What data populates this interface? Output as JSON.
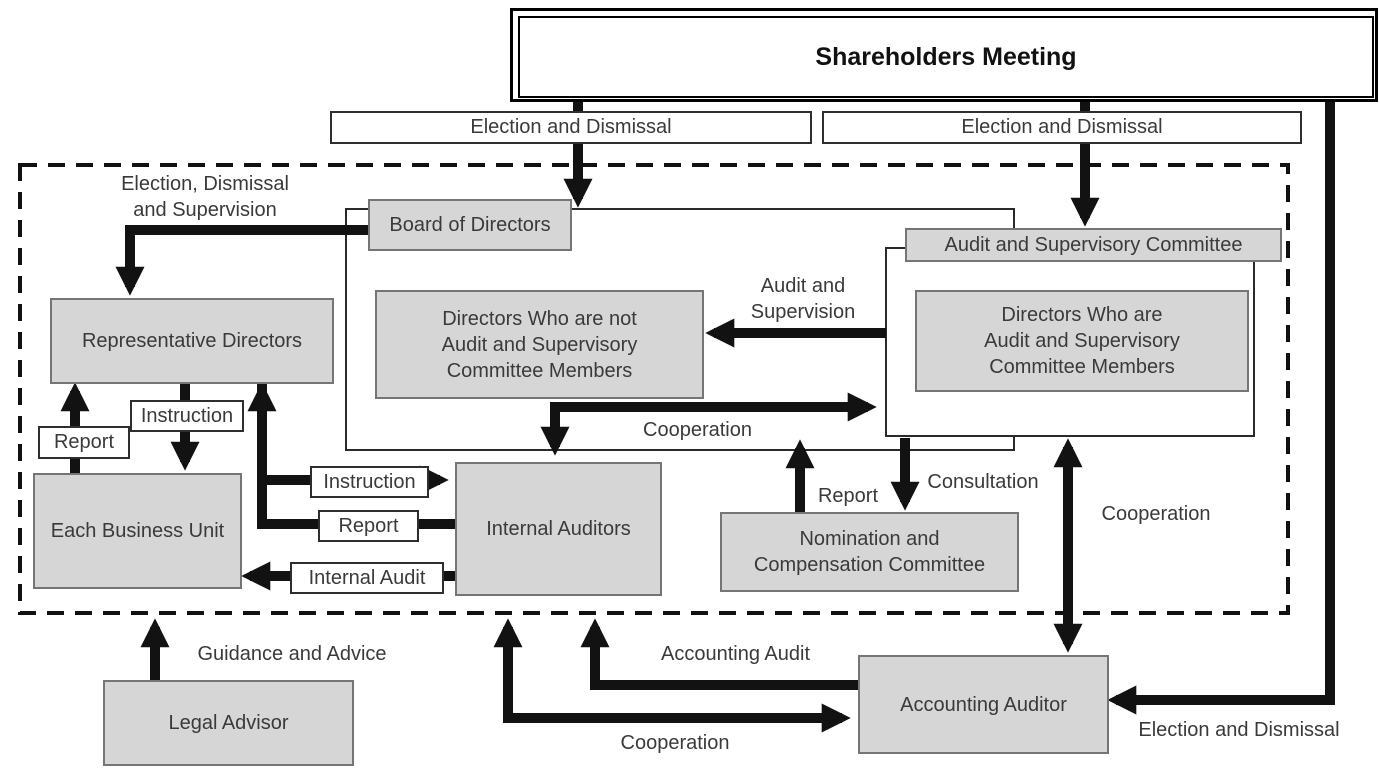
{
  "boxes": {
    "shareholders_meeting": "Shareholders Meeting",
    "board_of_directors": "Board of Directors",
    "audit_supervisory_committee": "Audit and Supervisory Committee",
    "directors_not_asc": "Directors Who are not\nAudit and Supervisory\nCommittee Members",
    "directors_asc": "Directors Who are\nAudit and Supervisory\nCommittee Members",
    "representative_directors": "Representative Directors",
    "each_business_unit": "Each Business Unit",
    "internal_auditors": "Internal Auditors",
    "nomination_compensation_committee": "Nomination and\nCompensation Committee",
    "legal_advisor": "Legal Advisor",
    "accounting_auditor": "Accounting Auditor"
  },
  "labels": {
    "election_dismissal_left": "Election and Dismissal",
    "election_dismissal_right": "Election and Dismissal",
    "election_dismissal_supervision": "Election, Dismissal\nand Supervision",
    "instruction_upper": "Instruction",
    "report_upper": "Report",
    "instruction_mid": "Instruction",
    "report_mid": "Report",
    "internal_audit": "Internal Audit",
    "audit_and_supervision": "Audit and\nSupervision",
    "cooperation_mid": "Cooperation",
    "report_nomination": "Report",
    "consultation": "Consultation",
    "cooperation_right": "Cooperation",
    "guidance_and_advice": "Guidance and Advice",
    "accounting_audit": "Accounting Audit",
    "cooperation_bottom": "Cooperation",
    "election_dismissal_bottom": "Election and Dismissal"
  },
  "colors": {
    "box_fill": "#d6d6d6",
    "box_border": "#757575",
    "arrow": "#121212",
    "text": "#3a3a3a"
  }
}
